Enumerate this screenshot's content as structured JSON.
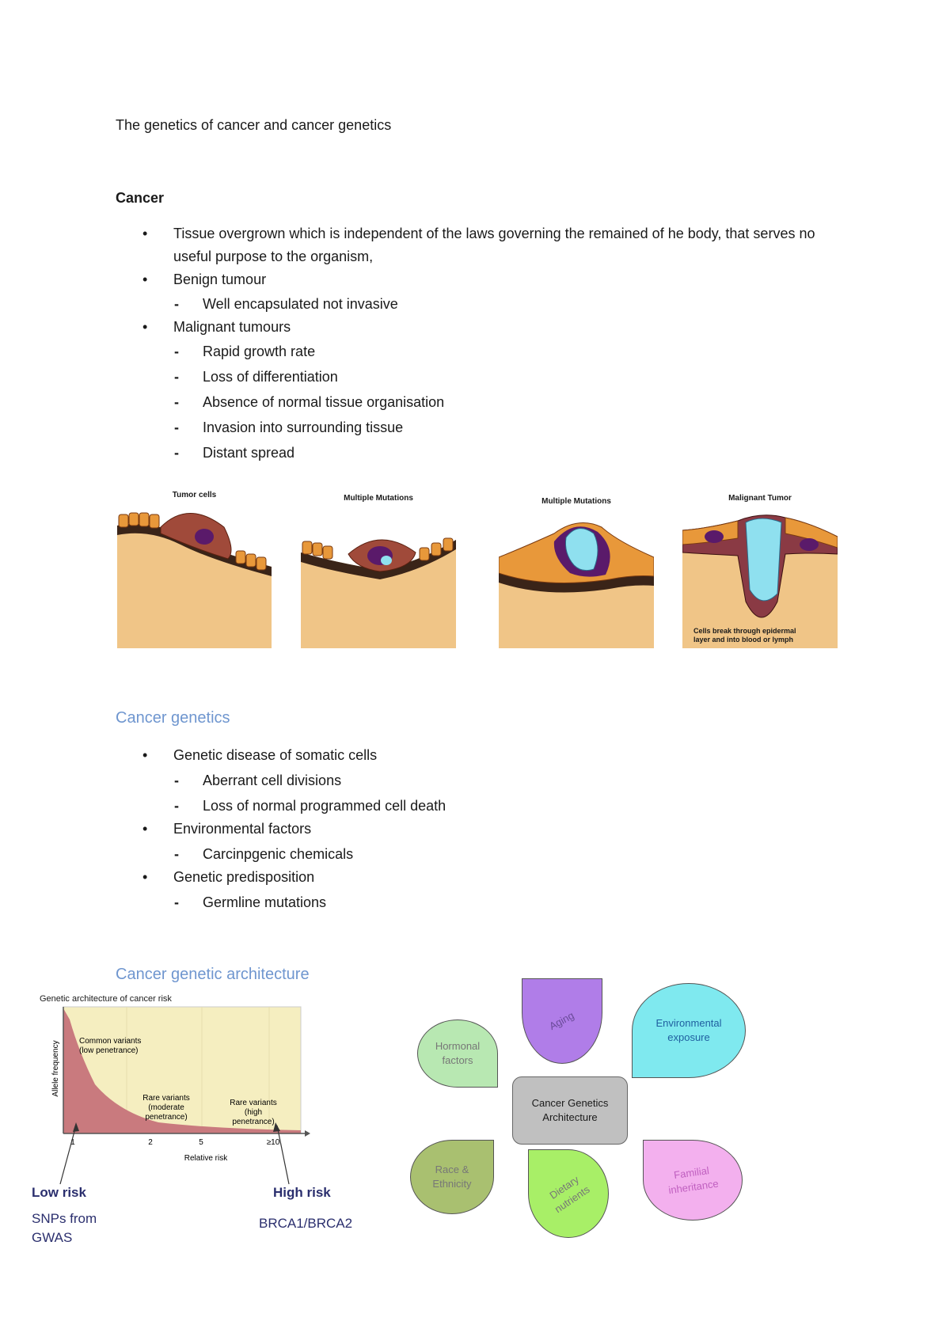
{
  "doc_title": "The genetics of cancer and cancer genetics",
  "cancer": {
    "heading": "Cancer",
    "items": [
      {
        "text": "Tissue overgrown which is independent of the laws governing the remained of he body, that serves no useful purpose to the organism,",
        "sub": []
      },
      {
        "text": "Benign tumour",
        "sub": [
          "Well encapsulated not invasive"
        ]
      },
      {
        "text": "Malignant tumours",
        "sub": [
          "Rapid growth rate",
          "Loss of differentiation",
          "Absence of normal tissue organisation",
          "Invasion into surrounding tissue",
          "Distant spread"
        ]
      }
    ]
  },
  "figure": {
    "panels": [
      {
        "label": "Tumor cells"
      },
      {
        "label": "Multiple Mutations"
      },
      {
        "label": "Multiple Mutations"
      },
      {
        "label": "Malignant Tumor",
        "note_line1": "Cells break through epidermal",
        "note_line2": "layer and into blood or lymph"
      }
    ]
  },
  "genetics": {
    "heading": "Cancer genetics",
    "items": [
      {
        "text": "Genetic disease of somatic cells",
        "sub": [
          "Aberrant cell divisions",
          "Loss of normal programmed cell death"
        ]
      },
      {
        "text": "Environmental factors",
        "sub": [
          "Carcinpgenic chemicals"
        ]
      },
      {
        "text": "Genetic predisposition",
        "sub": [
          "Germline mutations"
        ]
      }
    ]
  },
  "architecture": {
    "heading": "Cancer genetic architecture",
    "chart_title": "Genetic architecture of cancer risk",
    "ylabel": "Allele frequency",
    "xlabel": "Relative risk",
    "x_ticks": [
      "1",
      "2",
      "5",
      "≥10"
    ],
    "region_labels": [
      {
        "line1": "Common variants",
        "line2": "(low penetrance)",
        "line3": ""
      },
      {
        "line1": "Rare variants",
        "line2": "(moderate",
        "line3": "penetrance)"
      },
      {
        "line1": "Rare variants",
        "line2": "(high",
        "line3": "penetrance)"
      }
    ],
    "low_risk": "Low risk",
    "low_risk_sub1": "SNPs from",
    "low_risk_sub2": "GWAS",
    "high_risk": "High risk",
    "high_risk_sub": "BRCA1/BRCA2",
    "colors": {
      "fill": "#c97a7e",
      "bg": "#f5eec0",
      "heading": "#6f96cf",
      "risk_label": "#2b2f6e"
    }
  },
  "chart_data": {
    "type": "area",
    "title": "Genetic architecture of cancer risk",
    "xlabel": "Relative risk",
    "ylabel": "Allele frequency",
    "x_ticks": [
      "1",
      "2",
      "5",
      "≥10"
    ]
  },
  "factors": {
    "center_line1": "Cancer Genetics",
    "center_line2": "Architecture",
    "hormonal_line1": "Hormonal",
    "hormonal_line2": "factors",
    "aging": "Aging",
    "environmental_line1": "Environmental",
    "environmental_line2": "exposure",
    "race_line1": "Race &",
    "race_line2": "Ethnicity",
    "dietary_line1": "Dietary",
    "dietary_line2": "nutrients",
    "familial_line1": "Familial",
    "familial_line2": "inheritance",
    "colors": {
      "hormonal": "#b8e8b2",
      "aging": "#b07de8",
      "environmental": "#7fe9ef",
      "race": "#a9c070",
      "dietary": "#a8ef67",
      "familial": "#f3b0ee",
      "center": "#c0c0c0"
    }
  }
}
